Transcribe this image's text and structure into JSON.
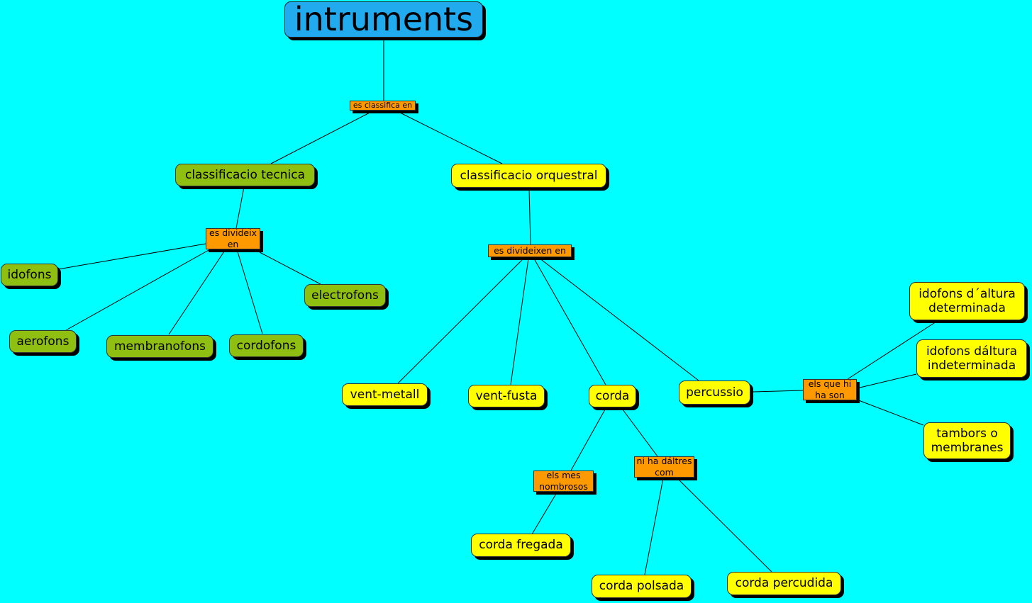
{
  "title": "intruments",
  "links": {
    "es_classifica_en": "es classifica en",
    "es_divideix_en": "es divideix en",
    "es_divideixen_en": "es divideixen en",
    "els_que_hi_ha_son": "els que hi ha son",
    "els_mes_nombrosos": "els mes nombrosos",
    "ni_ha_daltres_com": "ni ha dáltres com"
  },
  "concepts": {
    "classificacio_tecnica": "classificacio tecnica",
    "classificacio_orquestral": "classificacio orquestral",
    "idofons": "idofons",
    "electrofons": "electrofons",
    "aerofons": "aerofons",
    "membranofons": "membranofons",
    "cordofons": "cordofons",
    "vent_metall": "vent-metall",
    "vent_fusta": "vent-fusta",
    "corda": "corda",
    "percussio": "percussio",
    "idofons_altura_determinada": "idofons d´altura determinada",
    "idofons_altura_indeterminada": "idofons dáltura indeterminada",
    "tambors_membranes": "tambors o membranes",
    "corda_fregada": "corda fregada",
    "corda_polsada": "corda polsada",
    "corda_percudida": "corda percudida"
  },
  "colors": {
    "background": "#00ffff",
    "title": "#22aaee",
    "concept_yellow": "#ffff00",
    "concept_green": "#8fbf10",
    "linker": "#ff9900"
  }
}
